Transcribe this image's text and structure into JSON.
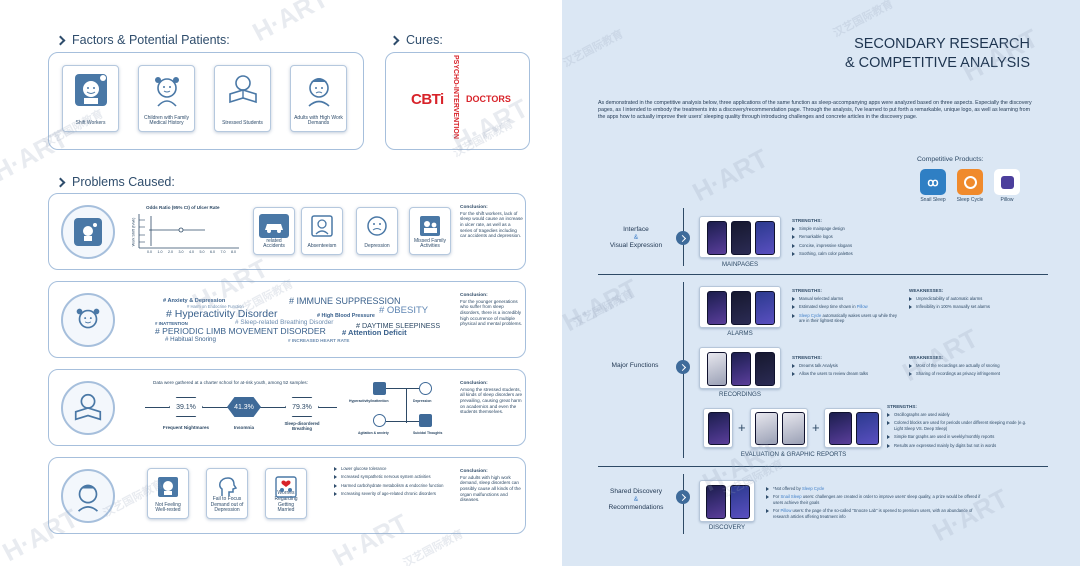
{
  "watermark": {
    "latin": "H·ART",
    "cjk": "汉艺国际教育"
  },
  "left": {
    "factors_title": "Factors & Potential Patients:",
    "cures_title": "Cures:",
    "problems_title": "Problems Caused:",
    "factors": [
      "Shift Workers",
      "Children with Family Medical History",
      "Stressed Students",
      "Adults with High Work Demands"
    ],
    "cures": {
      "cbti": "CBTi",
      "psycho": "PSYCHO-INTERVENTION",
      "doctors": "DOCTORS"
    },
    "row1": {
      "chart_title": "Odds Ratio (95% CI) of Ulcer Rate",
      "ylabel": "Work Shift (h/wk)",
      "tick_labels": [
        "0.0",
        "1.0",
        "2.0",
        "3.0",
        "4.0",
        "5.0",
        "6.0",
        "7.0",
        "8.0"
      ],
      "cards": [
        "Sleep-loss related Accidents",
        "Absenteeism",
        "Depression",
        "Missed Family Activities"
      ],
      "concl_title": "Conclusion:",
      "concl": "For the shift workers, lack of sleep would cause an increase in ulcer rate, as well as a series of tragedies including car accidents and depression."
    },
    "row2": {
      "words": [
        "# Anxiety & Depression",
        "# Harm on Endocrine Function",
        "# IMMUNE SUPPRESSION",
        "# Hyperactivity Disorder",
        "# High Blood Pressure",
        "# OBESITY",
        "# INATTENTION",
        "# Sleep-related Breathing Disorder",
        "# DAYTIME SLEEPINESS",
        "# PERIODIC LIMB MOVEMENT DISORDER",
        "# Attention Deficit",
        "# Habitual Snoring",
        "# INCREASED HEART RATE"
      ],
      "concl_title": "Conclusion:",
      "concl": "For the younger generations who suffer from sleep disorders, there is a incredibly high occurrence of multiple physical and mental problems."
    },
    "row3": {
      "intro": "Data were gathered at a charter school for at-risk youth, among 52 samples:",
      "stats": [
        {
          "value": "39.1%",
          "label": "Frequent Nightmares"
        },
        {
          "value": "41.3%",
          "label": "Insomnia"
        },
        {
          "value": "79.3%",
          "label": "Sleep-disordered Breathing"
        }
      ],
      "tree": [
        "Hyperactivity/Inattention",
        "Depression",
        "Agitation & anxiety",
        "Suicidal Thoughts"
      ],
      "concl_title": "Conclusion:",
      "concl": "Among the stressed students, all kinds of sleep disorders are prevailing, causing great harm on academics and even the students themselves."
    },
    "row4": {
      "cards": [
        "Not Feeling Well-rested",
        "Fail to Focus Demand out of Depression",
        "Worries Regarding Getting Married"
      ],
      "bullets": [
        "Lower glucose tolerance",
        "Increased sympathetic nervous system activities",
        "Harmed carbohydrate metabolism & endocrine function",
        "Increasing severity of age-related chronic disorders"
      ],
      "concl_title": "Conclusion:",
      "concl": "For adults with high work demand, sleep disorders can possibly cause all kinds of the organ malfunctions and diseases."
    }
  },
  "right": {
    "title1": "SECONDARY RESEARCH",
    "title2": "& COMPETITIVE ANALYSIS",
    "intro": "As demonstrated in the competitive analysis below, three applications of the same function as sleep-accompanying apps were analyzed based on three aspects. Especially the discovery pages, as I intended to embody the treatments into a discovery/recommendation page. Through the analysis, I've learned to put forth a remarkable, unique logo, as well as learning from the apps how to actually improve their users' sleeping quality through introducing challenges and concrete articles in the discovery page.",
    "competitors_title": "Competitive Products:",
    "competitors": [
      {
        "name": "Snail Sleep",
        "color": "#2f7fc4"
      },
      {
        "name": "Sleep Cycle",
        "color": "#f08a2c"
      },
      {
        "name": "Pillow",
        "color": "#4c3f9c"
      }
    ],
    "cat1": {
      "line1": "Interface",
      "amp": "&",
      "line2": "Visual Expression"
    },
    "cat2": {
      "line1": "Major Functions"
    },
    "cat3": {
      "line1": "Shared Discovery",
      "amp": "&",
      "line2": "Recommendations"
    },
    "strengths": "STRENGTHS:",
    "weaknesses": "WEAKNESSES:",
    "mainpages": {
      "caption": "MAINPAGES",
      "s": [
        "Simple mainpage design",
        "Remarkable logos",
        "Concise, impressive slogans",
        "Soothing, calm color palettes"
      ]
    },
    "alarms": {
      "caption": "ALARMS",
      "s1": "Manual selected alarms",
      "s2a": "Estimated sleep time shown in ",
      "s2b": "Pillow",
      "s3a": "Sleep Cycle",
      "s3b": " automatically wakes users up while they are in their lightest sleep",
      "w": [
        "Unpredictability of automatic alarms",
        "Inflexibility in 100% manually set alarms"
      ]
    },
    "recordings": {
      "caption": "RECORDINGS",
      "s": [
        "Dreams talk Analysis",
        "Allow the users to review dream talks"
      ],
      "w": [
        "Most of the recordings are actually of snoring",
        "Sharing of recordings as privacy infringement"
      ]
    },
    "reports": {
      "caption": "EVALUATION & GRAPHIC REPORTS",
      "s": [
        "Oscillographs are used widely",
        "Colored blocks are used for periods under different sleeping mode (e.g. Light Sleep VS. Deep Sleep)",
        "Simple Bar graphs are used in weekly/monthly reports",
        "Results are expressed mainly by digits but not in words"
      ]
    },
    "discovery": {
      "caption": "DISCOVERY",
      "d1a": "*Not offered by ",
      "d1b": "Sleep Cycle",
      "d2a": "For ",
      "d2b": "Snail Sleep",
      "d2c": " users: challenges are created in order to improve users' sleep quality, a prize would be offered if users achieve their goals",
      "d3a": "For ",
      "d3b": "Pillow",
      "d3c": " users: the page of the so-called \"Snooze Lab\" is opened to premium users, with an abundance of research articles offering treatment info"
    }
  }
}
